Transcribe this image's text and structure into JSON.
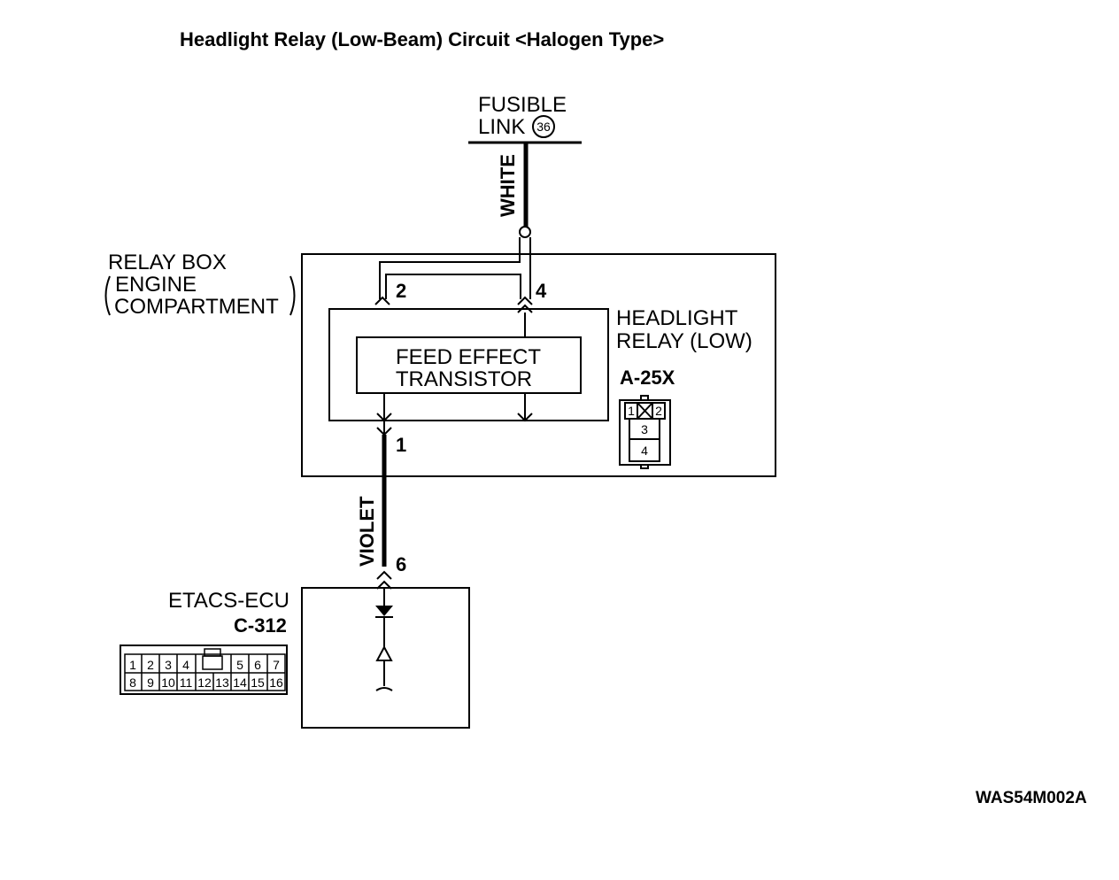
{
  "title": "Headlight Relay (Low-Beam) Circuit <Halogen Type>",
  "fusible_link": {
    "line1": "FUSIBLE",
    "line2": "LINK",
    "number": "36"
  },
  "wires": {
    "top": "WHITE",
    "bottom": "VIOLET"
  },
  "relay_box": {
    "line1": "RELAY BOX",
    "line2": "ENGINE",
    "line3": "COMPARTMENT"
  },
  "headlight_relay": {
    "line1": "HEADLIGHT",
    "line2": "RELAY (LOW)",
    "connector": "A-25X"
  },
  "transistor": {
    "line1": "FEED EFFECT",
    "line2": "TRANSISTOR"
  },
  "pins": {
    "p2": "2",
    "p4": "4",
    "p1": "1",
    "p6": "6"
  },
  "relay_connector_cells": [
    "1",
    "2",
    "3",
    "4"
  ],
  "etacs": {
    "name": "ETACS-ECU",
    "connector": "C-312"
  },
  "etacs_connector": {
    "top": [
      "1",
      "2",
      "3",
      "4",
      "5",
      "6",
      "7"
    ],
    "bottom": [
      "8",
      "9",
      "10",
      "11",
      "12",
      "13",
      "14",
      "15",
      "16"
    ]
  },
  "ref_code": "WAS54M002A"
}
